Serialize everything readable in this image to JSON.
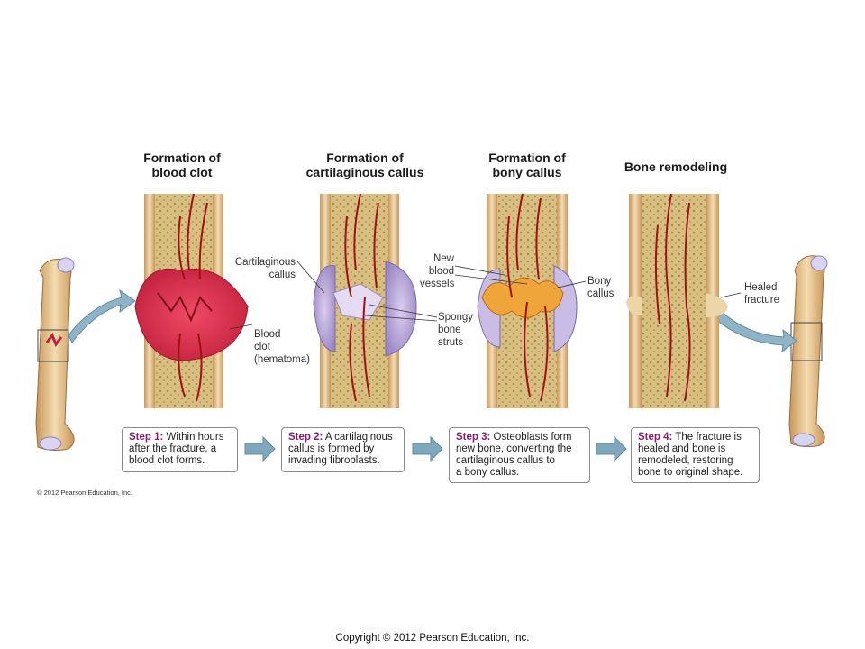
{
  "stages": [
    {
      "title_line1": "Formation of",
      "title_line2": "blood clot"
    },
    {
      "title_line1": "Formation of",
      "title_line2": "cartilaginous callus"
    },
    {
      "title_line1": "Formation of",
      "title_line2": "bony callus"
    },
    {
      "title_line1": "Bone remodeling",
      "title_line2": ""
    }
  ],
  "labels": {
    "cartilaginous_callus": [
      "Cartilaginous",
      "callus"
    ],
    "blood_clot": [
      "Blood",
      "clot",
      "(hematoma)"
    ],
    "new_blood_vessels": [
      "New",
      "blood",
      "vessels"
    ],
    "spongy_bone_struts": [
      "Spongy",
      "bone",
      "struts"
    ],
    "bony_callus": [
      "Bony",
      "callus"
    ],
    "healed_fracture": [
      "Healed",
      "fracture"
    ]
  },
  "steps": [
    {
      "num": "Step 1:",
      "text_first": " Within hours",
      "text_rest": [
        "after the fracture, a",
        "blood clot forms."
      ]
    },
    {
      "num": "Step 2:",
      "text_first": " A cartilaginous",
      "text_rest": [
        "callus is formed by",
        "invading fibroblasts."
      ]
    },
    {
      "num": "Step 3:",
      "text_first": " Osteoblasts form",
      "text_rest": [
        "new bone, converting the",
        "cartilaginous callus to",
        "a bony callus."
      ]
    },
    {
      "num": "Step 4:",
      "text_first": " The fracture is",
      "text_rest": [
        "healed and bone is",
        "remodeled, restoring",
        "bone to original shape."
      ]
    }
  ],
  "copyright_small": "© 2012 Pearson Education, Inc.",
  "copyright_footer": "Copyright © 2012 Pearson Education, Inc.",
  "colors": {
    "bone": "#e8c79a",
    "marrow": "#d8be7e",
    "vessel": "#b01818",
    "clot": "#e0384e",
    "cartilage": "#b7a6d8",
    "bony_callus": "#f0a53a",
    "arrow": "#7fa8bc",
    "step_accent": "#8b1a6b"
  }
}
